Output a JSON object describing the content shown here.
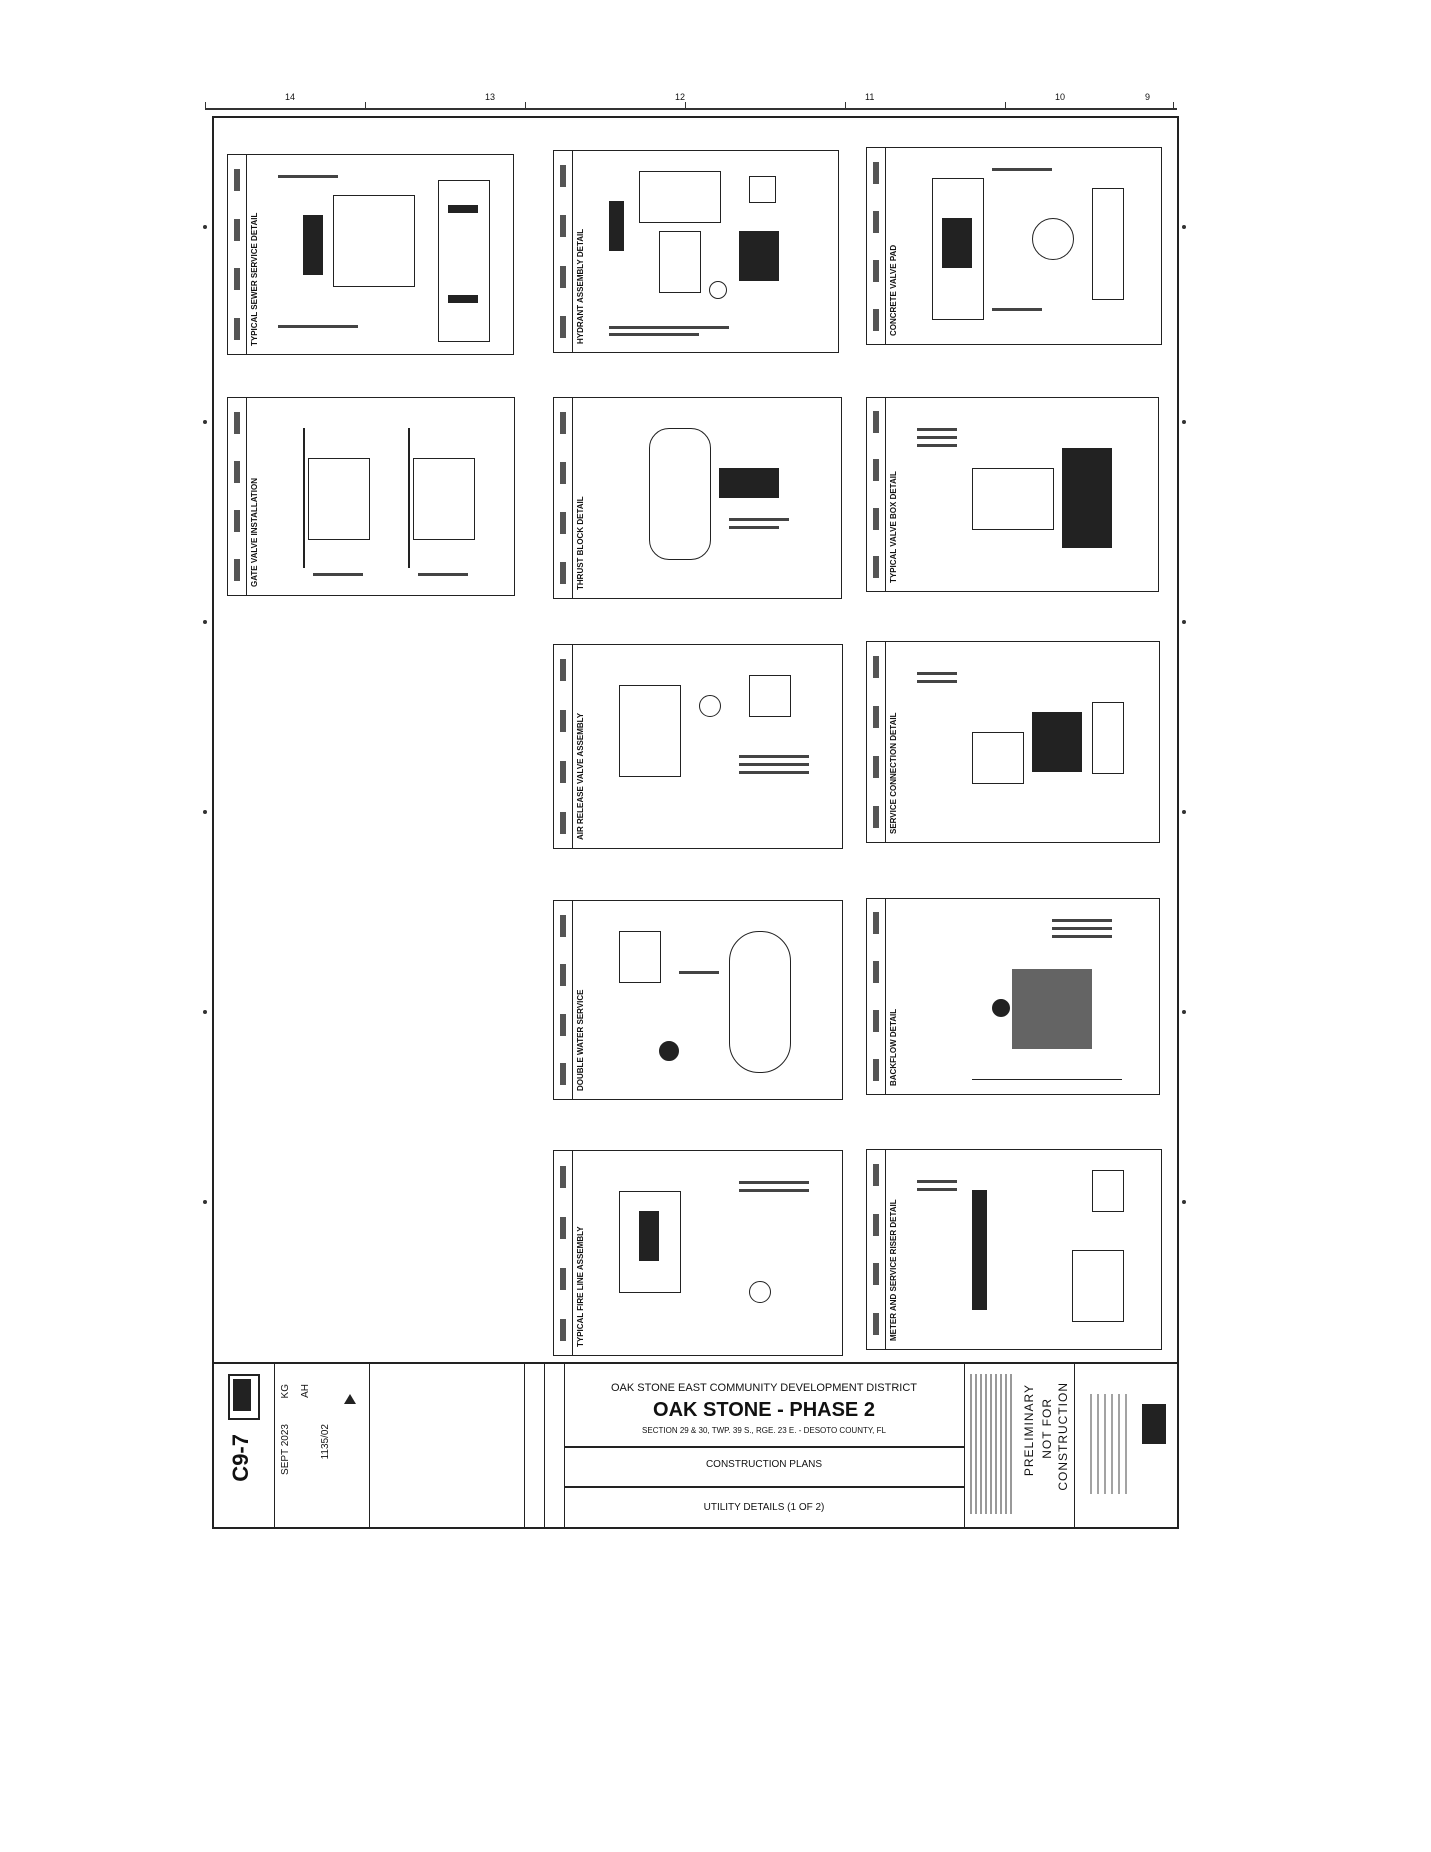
{
  "project": {
    "district": "OAK STONE EAST COMMUNITY DEVELOPMENT DISTRICT",
    "name": "OAK STONE - PHASE 2",
    "section": "SECTION 29 & 30, TWP. 39 S., RGE. 23 E. - DESOTO COUNTY, FL",
    "plans": "CONSTRUCTION PLANS",
    "sheet_title": "UTILITY DETAILS (1 OF 2)"
  },
  "sheet": {
    "number": "C9-7",
    "date": "SEPT 2023",
    "drawn": "KG",
    "checked": "AH",
    "project_no": "1135/02"
  },
  "status": {
    "preliminary": "PRELIMINARY",
    "not_for": "NOT FOR",
    "construction": "CONSTRUCTION"
  },
  "ruler": {
    "labels": [
      "14",
      "13",
      "12",
      "11",
      "10",
      "9"
    ]
  },
  "panels": [
    {
      "title": "TYPICAL SEWER SERVICE DETAIL"
    },
    {
      "title": "HYDRANT ASSEMBLY DETAIL"
    },
    {
      "title": "CONCRETE VALVE PAD"
    },
    {
      "title": "GATE VALVE INSTALLATION"
    },
    {
      "title": "THRUST BLOCK DETAIL"
    },
    {
      "title": "TYPICAL VALVE BOX DETAIL"
    },
    {
      "title": "AIR RELEASE VALVE ASSEMBLY"
    },
    {
      "title": "SERVICE CONNECTION DETAIL"
    },
    {
      "title": "DOUBLE WATER SERVICE"
    },
    {
      "title": "BACKFLOW DETAIL"
    },
    {
      "title": "TYPICAL FIRE LINE ASSEMBLY"
    },
    {
      "title": "METER AND SERVICE RISER DETAIL"
    }
  ],
  "icons": {
    "logo": "firm-logo-icon",
    "call811": "call-811-icon",
    "revision": "revision-triangle-icon"
  }
}
